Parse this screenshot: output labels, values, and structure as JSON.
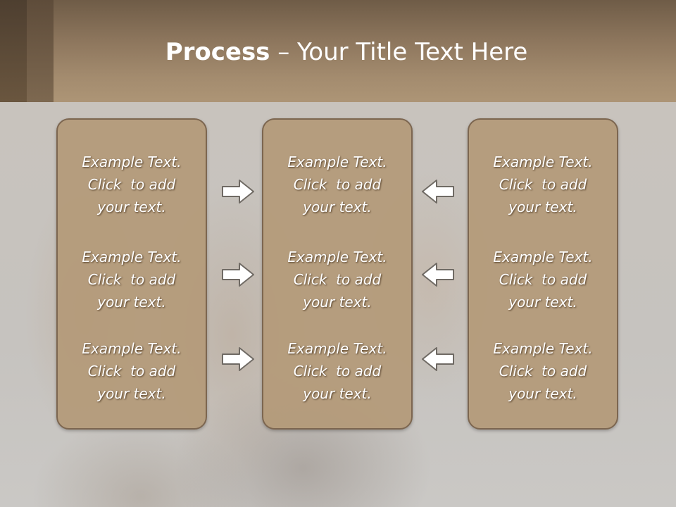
{
  "slide": {
    "title_bold": "Process",
    "title_rest": " – Your Title Text Here"
  },
  "columns": [
    {
      "items": [
        {
          "line1": "Example Text.",
          "line2": "Click  to add",
          "line3": "your text."
        },
        {
          "line1": "Example Text.",
          "line2": "Click  to add",
          "line3": "your text."
        },
        {
          "line1": "Example Text.",
          "line2": "Click  to add",
          "line3": "your text."
        }
      ]
    },
    {
      "items": [
        {
          "line1": "Example Text.",
          "line2": "Click  to add",
          "line3": "your text."
        },
        {
          "line1": "Example Text.",
          "line2": "Click  to add",
          "line3": "your text."
        },
        {
          "line1": "Example Text.",
          "line2": "Click  to add",
          "line3": "your text."
        }
      ]
    },
    {
      "items": [
        {
          "line1": "Example Text.",
          "line2": "Click  to add",
          "line3": "your text."
        },
        {
          "line1": "Example Text.",
          "line2": "Click  to add",
          "line3": "your text."
        },
        {
          "line1": "Example Text.",
          "line2": "Click  to add",
          "line3": "your text."
        }
      ]
    }
  ],
  "arrows": {
    "left_group": "right-arrow-icon",
    "right_group": "left-arrow-icon"
  },
  "colors": {
    "header": "#9a8267",
    "box_fill": "#b49a78",
    "box_border": "#7c6650",
    "text": "#ffffff"
  }
}
